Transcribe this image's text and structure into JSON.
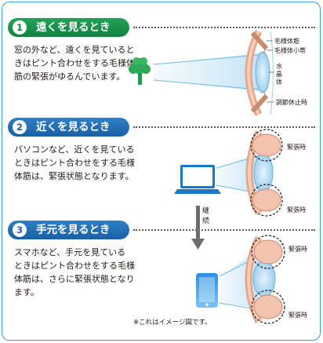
{
  "sections": [
    {
      "num": "1",
      "title": "遠くを見るとき",
      "desc": [
        "窓の外など、遠くを見ていると",
        "きはピント合わせをする毛様体",
        "筋の緊張がゆるんでいます。"
      ],
      "labels": {
        "ciliary_muscle": "毛様体筋",
        "zonule": "毛様体小帯",
        "lens": [
          "水",
          "晶",
          "体"
        ],
        "relaxed": "調節休止時"
      }
    },
    {
      "num": "2",
      "title": "近くを見るとき",
      "desc": [
        "パソコンなど、近くを見ている",
        "ときはピント合わせをする毛様",
        "体筋は、緊張状態となります。"
      ],
      "labels": {
        "tense_top": "緊張時",
        "tense_bottom": "緊張時"
      }
    },
    {
      "num": "3",
      "title": "手元を見るとき",
      "desc": [
        "スマホなど、手元を見ている",
        "ときはピント合わせをする毛様",
        "体筋は、さらに緊張状態となり",
        "ます。"
      ],
      "labels": {
        "tense_top": "緊張時",
        "tense_bottom": "緊張時"
      }
    }
  ],
  "arrow_label": [
    "継",
    "続"
  ],
  "note": "※これはイメージ図です。",
  "colors": {
    "green": "#14853f",
    "blue": "#1d62a8",
    "frame": "#3d9fd3",
    "lens": "#b8dcf3"
  }
}
